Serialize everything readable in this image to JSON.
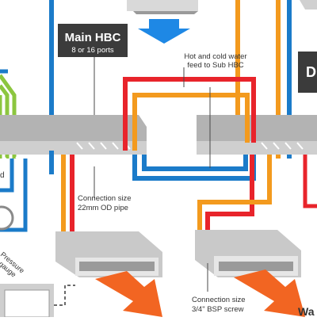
{
  "main_hbc": {
    "title": "Main HBC",
    "subtitle": "8 or 16 ports"
  },
  "labels": {
    "hot_cold_feed_line1": "Hot and cold water",
    "hot_cold_feed_line2": "feed to Sub HBC",
    "connection_main_line1": "Connection size",
    "connection_main_line2": "22mm OD pipe",
    "connection_sub_line1": "Connection size",
    "connection_sub_line2": "3/4\" BSP screw",
    "pressure_line1": "Pressure",
    "pressure_line2": "gauge",
    "left_clip_letter": "d",
    "right_box_clip": "D",
    "bottom_right_clip": "Wa"
  },
  "colors": {
    "hot_pipe": "#e8242b",
    "cold_pipe": "#1b7bc9",
    "orange_pipe": "#f39a1e",
    "green_pipe": "#8cc63f",
    "manifold": "#b3b3b3",
    "label_box": "#3b3b3b",
    "arrow_blue": "#1e88e5",
    "arrow_orange": "#f26522"
  }
}
